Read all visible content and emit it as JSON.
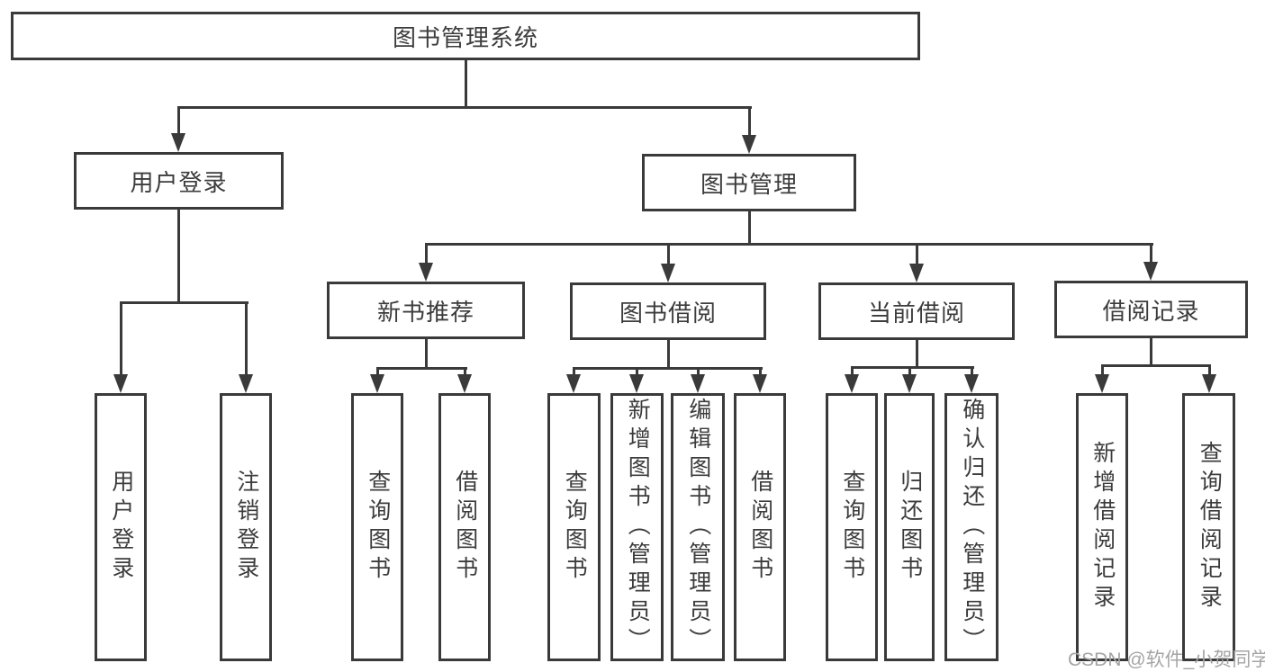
{
  "diagram_type": "functional-structure-tree",
  "tree": {
    "label": "图书管理系统",
    "children": [
      {
        "label": "用户登录",
        "children": [
          {
            "label": "用户登录"
          },
          {
            "label": "注销登录"
          }
        ]
      },
      {
        "label": "图书管理",
        "children": [
          {
            "label": "新书推荐",
            "children": [
              {
                "label": "查询图书"
              },
              {
                "label": "借阅图书"
              }
            ]
          },
          {
            "label": "图书借阅",
            "children": [
              {
                "label": "查询图书"
              },
              {
                "label": "新增图书（管理员）"
              },
              {
                "label": "编辑图书（管理员）"
              },
              {
                "label": "借阅图书"
              }
            ]
          },
          {
            "label": "当前借阅",
            "children": [
              {
                "label": "查询图书"
              },
              {
                "label": "归还图书"
              },
              {
                "label": "确认归还（管理员）"
              }
            ]
          },
          {
            "label": "借阅记录",
            "children": [
              {
                "label": "新增借阅记录"
              },
              {
                "label": "查询借阅记录"
              }
            ]
          }
        ]
      }
    ]
  },
  "watermark": {
    "text": "CSDN @软件_小贺同学"
  },
  "colors": {
    "line": "#3a3a3a",
    "text": "#3c3c3c",
    "watermark": "#a5a5a5",
    "background": "#ffffff"
  }
}
